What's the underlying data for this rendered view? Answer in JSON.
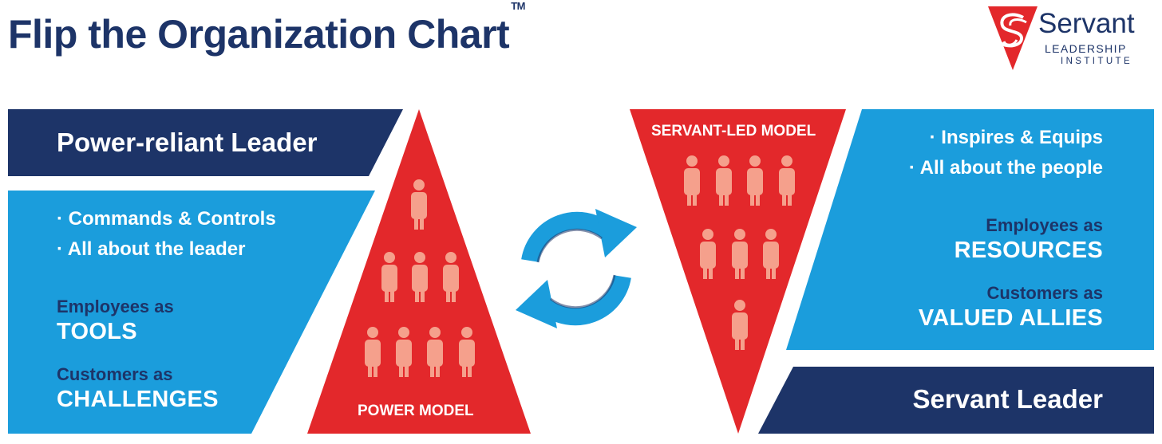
{
  "title": "Flip the Organization Chart",
  "title_mark": "TM",
  "logo": {
    "word1": "Servant",
    "word2": "LEADERSHIP",
    "word3": "INSTITUTE"
  },
  "left": {
    "heading": "Power-reliant Leader",
    "bullets": [
      "· Commands & Controls",
      "· All about the leader"
    ],
    "employees_label": "Employees as",
    "employees_value": "TOOLS",
    "customers_label": "Customers as",
    "customers_value": "CHALLENGES",
    "model_label": "POWER MODEL"
  },
  "right": {
    "heading": "Servant Leader",
    "bullets": [
      "· Inspires & Equips",
      "· All about the people"
    ],
    "employees_label": "Employees as",
    "employees_value": "RESOURCES",
    "customers_label": "Customers as",
    "customers_value": "VALUED ALLIES",
    "model_label": "SERVANT-LED MODEL"
  },
  "colors": {
    "navy": "#1d3468",
    "blue": "#1b9ddc",
    "red": "#e3282b",
    "figure": "#f5a08c",
    "cycle_blue": "#1b9ddc"
  },
  "icons": [
    "servant-leadership-logo-icon",
    "person-icon",
    "cycle-arrows-icon"
  ]
}
